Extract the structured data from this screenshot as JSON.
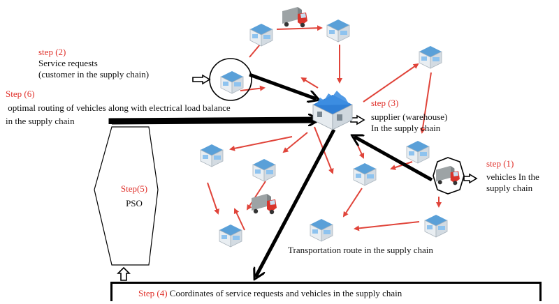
{
  "step2": {
    "tag": "step (2)",
    "line1": "Service requests",
    "line2": "(customer in the supply chain)"
  },
  "step6": {
    "tag": "Step (6)",
    "line1": " optimal routing of vehicles along with electrical load balance",
    "line2": "in the supply chain"
  },
  "step3": {
    "tag": "step (3)",
    "line1": "supplier (warehouse)",
    "line2": "In the supply chain"
  },
  "step1": {
    "tag": "step (1)",
    "line1": "vehicles In the",
    "line2": "supply chain"
  },
  "step5": {
    "tag": "Step(5)",
    "line1": "PSO"
  },
  "route_label": "Transportation route in the supply chain",
  "step4": {
    "tag": "Step (4)",
    "text": " Coordinates of service requests and vehicles in the supply chain"
  },
  "colors": {
    "step_tag": "#e0302a",
    "route_arrow": "#e0443a",
    "flow_arrow": "#000000",
    "store_roof": "#5aa0d8",
    "warehouse": "#2f7fd6",
    "truck_cab": "#d9342b"
  },
  "icons": {
    "store": "store-icon",
    "warehouse": "warehouse-icon",
    "truck": "truck-icon"
  }
}
